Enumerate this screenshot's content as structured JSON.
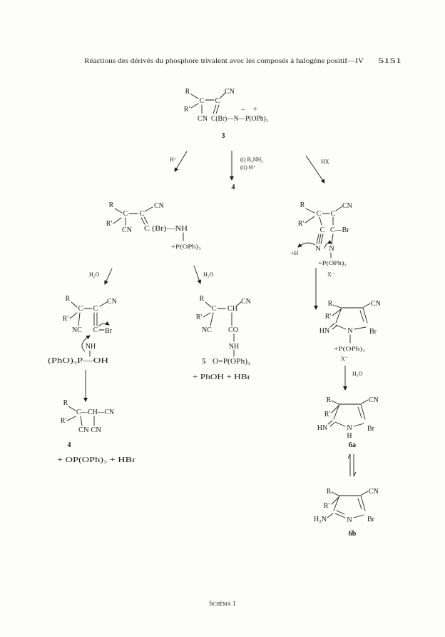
{
  "header": {
    "running_title": "Réactions des dérivés du phosphore trivalent avec les composés à halogène positif—IV",
    "page_number": "5151"
  },
  "compound_3": {
    "r": "R",
    "r_prime": "R'",
    "c1": "C",
    "c2": "C",
    "cn_top": "CN",
    "cn_bottom": "CN",
    "imine_chain": "C(Br)—N—P(OPh)₃",
    "n_charge": "−",
    "p_charge": "+",
    "label": "3"
  },
  "arrows_row1": {
    "acid": "H⁺",
    "step_i": "(i) B₂NH₂",
    "step_ii": "(ii) H⁺",
    "product": "4",
    "hx": "HX"
  },
  "intermediate_left": {
    "r": "R",
    "r_prime": "R'",
    "c1": "C",
    "c2": "C",
    "cn_top": "CN",
    "cn_bottom": "CN",
    "chain": "C (Br)—NH",
    "phosphonium": "+P(OPh)₃"
  },
  "intermediate_right": {
    "r": "R",
    "r_prime": "R'",
    "c1": "C",
    "c2": "C",
    "cn_top": "CN",
    "c_nitrile": "C",
    "c_br": "C—Br",
    "proton": "+H",
    "n_nitrile": "N",
    "n_ring": "N",
    "phosphonium": "+P(OPh)₃"
  },
  "arrows_row2": {
    "water_left": "H₂O",
    "water_mid": "H₂O",
    "anion": "X⁻"
  },
  "adduct_left": {
    "r": "R",
    "r_prime": "R'",
    "c1": "C",
    "c2": "C",
    "cn_top": "CN",
    "nc": "NC",
    "c_vinyl": "C",
    "br": "Br",
    "nh": "NH",
    "phosphorane": "(PhO)₃P—OH"
  },
  "compound_5": {
    "r": "R",
    "r_prime": "R'",
    "c1": "C",
    "ch": "CH",
    "cn_top": "CN",
    "nc": "NC",
    "co": "CO",
    "nh": "NH",
    "label": "5",
    "phosphate": "O=P(OPh)₃",
    "byproducts": "+ PhOH + HBr"
  },
  "iminium_salt": {
    "r": "R",
    "r_prime": "R'",
    "cn": "CN",
    "hn": "HN",
    "n": "N",
    "br": "Br",
    "phosphonium": "+P(OPh)₃",
    "anion": "X⁻",
    "water": "H₂O"
  },
  "compound_6a": {
    "r": "R",
    "r_prime": "R'",
    "cn": "CN",
    "hn": "HN",
    "n": "N",
    "br": "Br",
    "h": "H",
    "label": "6a"
  },
  "compound_6b": {
    "r": "R",
    "r_prime": "R'",
    "cn": "CN",
    "h2n": "H₂N",
    "n": "N",
    "br": "Br",
    "label": "6b"
  },
  "compound_4": {
    "r": "R",
    "r_prime": "R'",
    "chain": "C—CH—CN",
    "cn_pair": "CN CN",
    "label": "4",
    "byproducts": "+ OP(OPh)₃ + HBr"
  },
  "caption": "Schéma 1"
}
